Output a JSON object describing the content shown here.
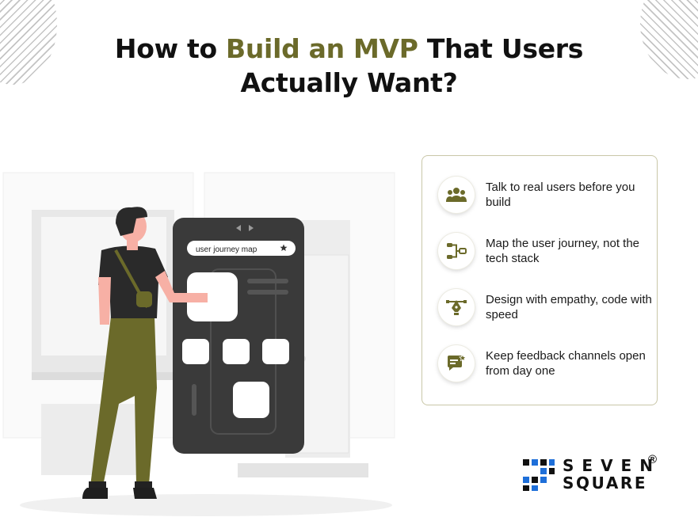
{
  "title": {
    "part1": "How to ",
    "highlight": "Build an MVP",
    "part2": " That Users",
    "line2": "Actually Want?"
  },
  "colors": {
    "accent": "#6b6a2a",
    "phone": "#3a3a3a",
    "text": "#111111"
  },
  "illustration": {
    "search_text": "user journey map",
    "search_icon": "star-icon"
  },
  "tips": [
    {
      "icon": "users-group-icon",
      "text": "Talk to real users before you build"
    },
    {
      "icon": "flow-map-icon",
      "text": "Map the user journey, not the tech stack"
    },
    {
      "icon": "pen-tool-icon",
      "text": "Design with empathy, code with speed"
    },
    {
      "icon": "chat-feedback-icon",
      "text": "Keep feedback channels open from day one"
    }
  ],
  "logo": {
    "line1": "SEVEN",
    "line2": "SQUARE",
    "registered": "®"
  }
}
